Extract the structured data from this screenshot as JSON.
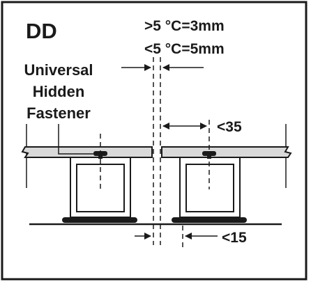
{
  "title": "DD",
  "gap_rules": [
    ">5 °C=3mm",
    "<5 °C=5mm"
  ],
  "fastener_label": [
    "Universal",
    "Hidden",
    "Fastener"
  ],
  "dim_top": "<35",
  "dim_bottom": "<15",
  "colors": {
    "ink": "#1a1a1a",
    "board_fill": "#d9d9d9",
    "background": "#ffffff"
  }
}
